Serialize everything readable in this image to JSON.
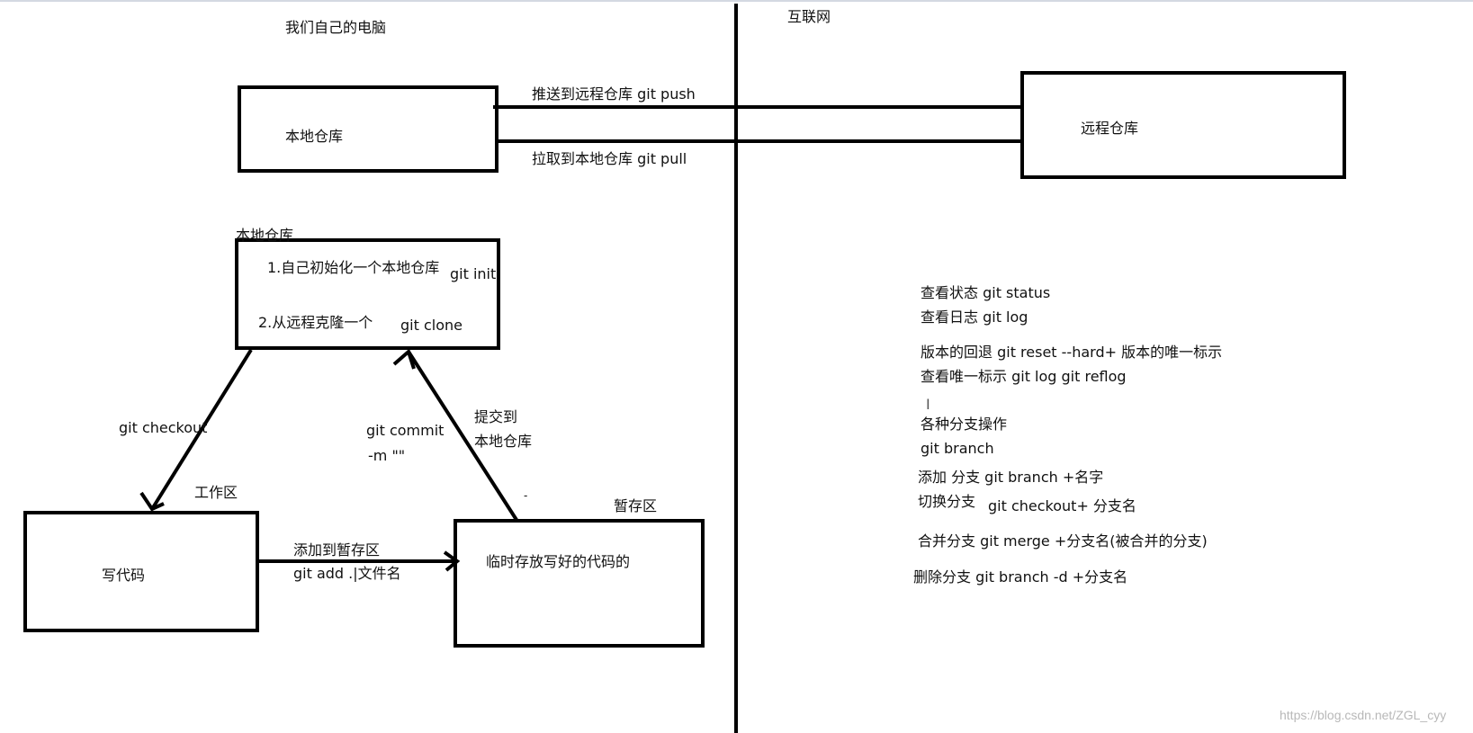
{
  "regions": {
    "local_computer": "我们自己的电脑",
    "internet": "互联网"
  },
  "top": {
    "local_repo": "本地仓库",
    "remote_repo": "远程仓库",
    "push_label": "推送到远程仓库 git push",
    "pull_label": "拉取到本地仓库 git  pull"
  },
  "workflow": {
    "repo_title": "本地仓库",
    "init_label": "1.自己初始化一个本地仓库",
    "init_cmd": "git  init",
    "clone_label": "2.从远程克隆一个",
    "clone_cmd": "git clone",
    "checkout_label": "git  checkout",
    "commit_line1": "git  commit",
    "commit_line2": "-m  \"\"",
    "commit_note_line1": "提交到",
    "commit_note_line2": "本地仓库",
    "workspace_title": "工作区",
    "workspace_box": "写代码",
    "add_line1": "添加到暂存区",
    "add_line2": "git  add .|文件名",
    "stage_title": "暂存区",
    "stage_box": "临时存放写好的代码的",
    "stray_mark": "-"
  },
  "commands": [
    "查看状态   git status",
    "查看日志  git  log",
    "版本的回退  git reset  --hard+ 版本的唯一标示",
    "查看唯一标示  git  log  git reflog",
    "各种分支操作",
    "git branch",
    "添加 分支  git branch +名字",
    "切换分支",
    "git checkout+ 分支名",
    "合并分支   git merge +分支名(被合并的分支)",
    "删除分支    git branch  -d  +分支名"
  ],
  "watermark": "https://blog.csdn.net/ZGL_cyy"
}
